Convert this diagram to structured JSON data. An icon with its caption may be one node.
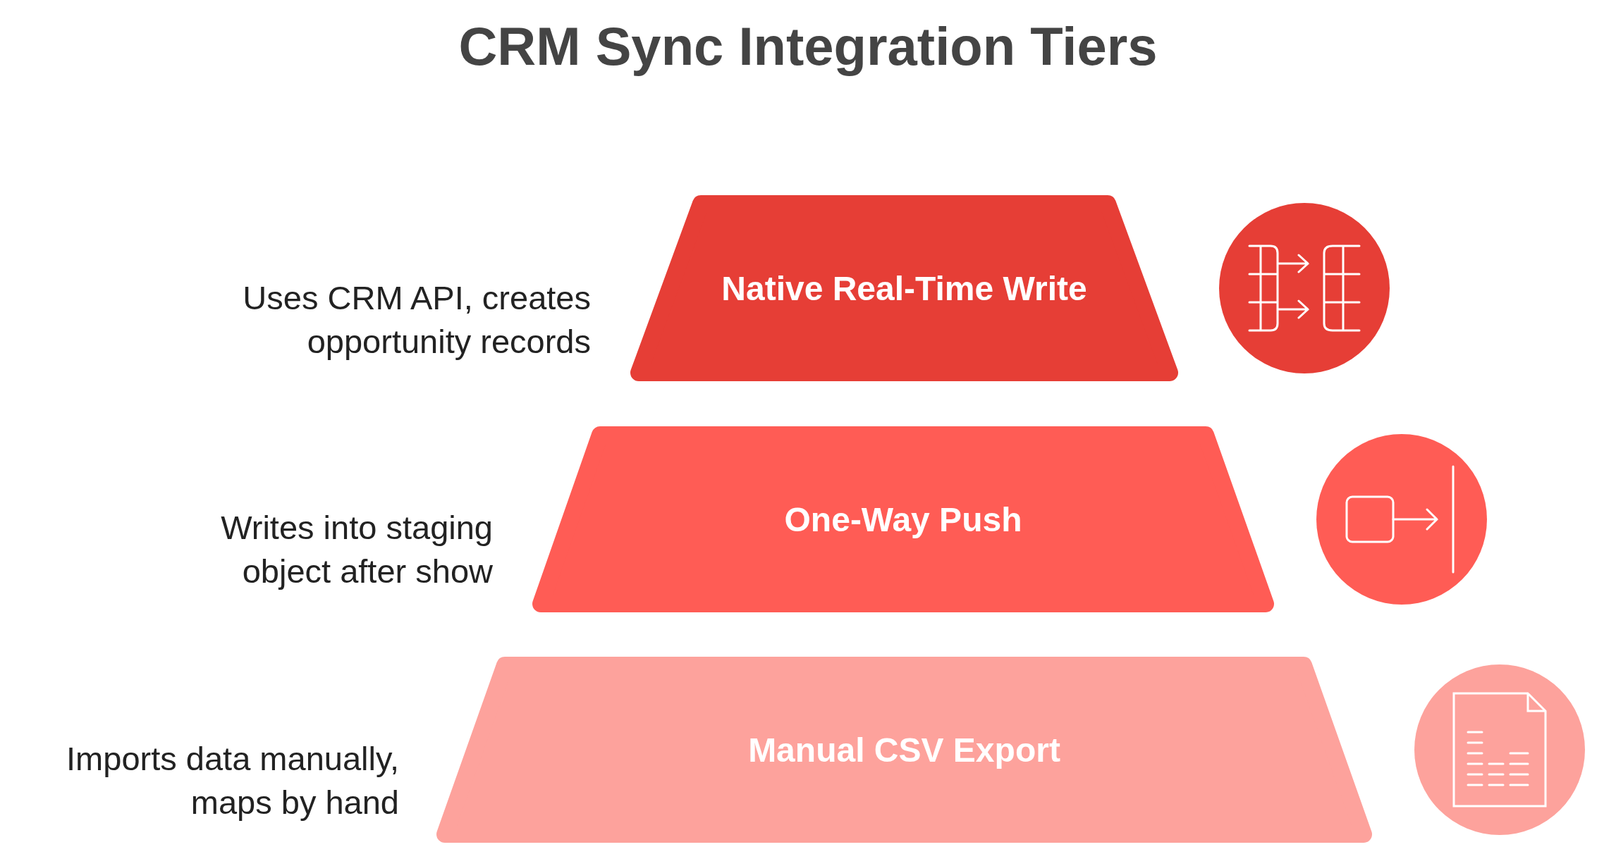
{
  "diagram": {
    "title": "CRM Sync Integration Tiers",
    "nodes": [
      {
        "text": [
          "Native Real-Time Write"
        ],
        "beside": [
          "Uses CRM API, creates opportunity records"
        ]
      },
      {
        "text": [
          "One-Way Push"
        ],
        "beside": [
          "Writes into staging object after show"
        ]
      },
      {
        "text": [
          "Manual CSV Export"
        ],
        "beside": [
          "Imports data manually, maps by hand"
        ]
      }
    ]
  }
}
